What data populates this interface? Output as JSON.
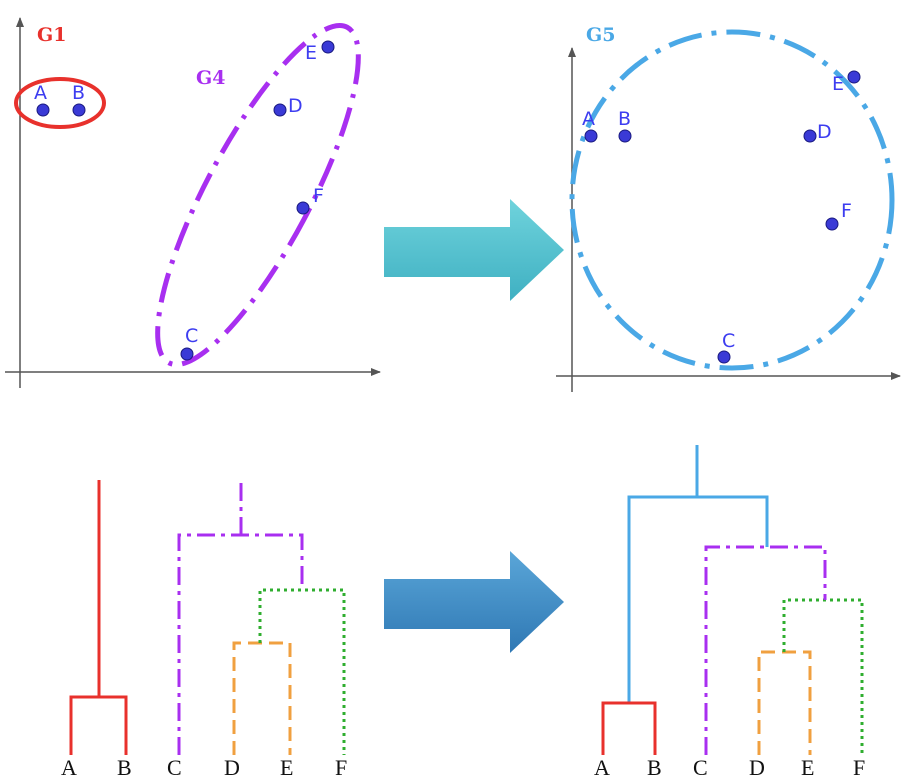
{
  "scatter_left": {
    "points": [
      {
        "label": "A"
      },
      {
        "label": "B"
      },
      {
        "label": "D"
      },
      {
        "label": "E"
      },
      {
        "label": "F"
      },
      {
        "label": "C"
      }
    ],
    "groups": [
      {
        "label": "G1",
        "color": "#e8312c"
      },
      {
        "label": "G4",
        "color": "#a82ff0"
      }
    ]
  },
  "scatter_right": {
    "points": [
      {
        "label": "A"
      },
      {
        "label": "B"
      },
      {
        "label": "D"
      },
      {
        "label": "E"
      },
      {
        "label": "F"
      },
      {
        "label": "C"
      }
    ],
    "groups": [
      {
        "label": "G5",
        "color": "#4aa8e6"
      }
    ]
  },
  "dendrogram_left": {
    "leaves": [
      "A",
      "B",
      "C",
      "D",
      "E",
      "F"
    ]
  },
  "dendrogram_right": {
    "leaves": [
      "A",
      "B",
      "C",
      "D",
      "E",
      "F"
    ]
  },
  "colors": {
    "point": "#3a3ad6",
    "red": "#e8312c",
    "purple": "#a82ff0",
    "green": "#2fae2f",
    "orange": "#f0a040",
    "blue": "#4aa8e6",
    "arrow_top": "#4fc3cf",
    "arrow_bottom": "#3f8fc8"
  }
}
